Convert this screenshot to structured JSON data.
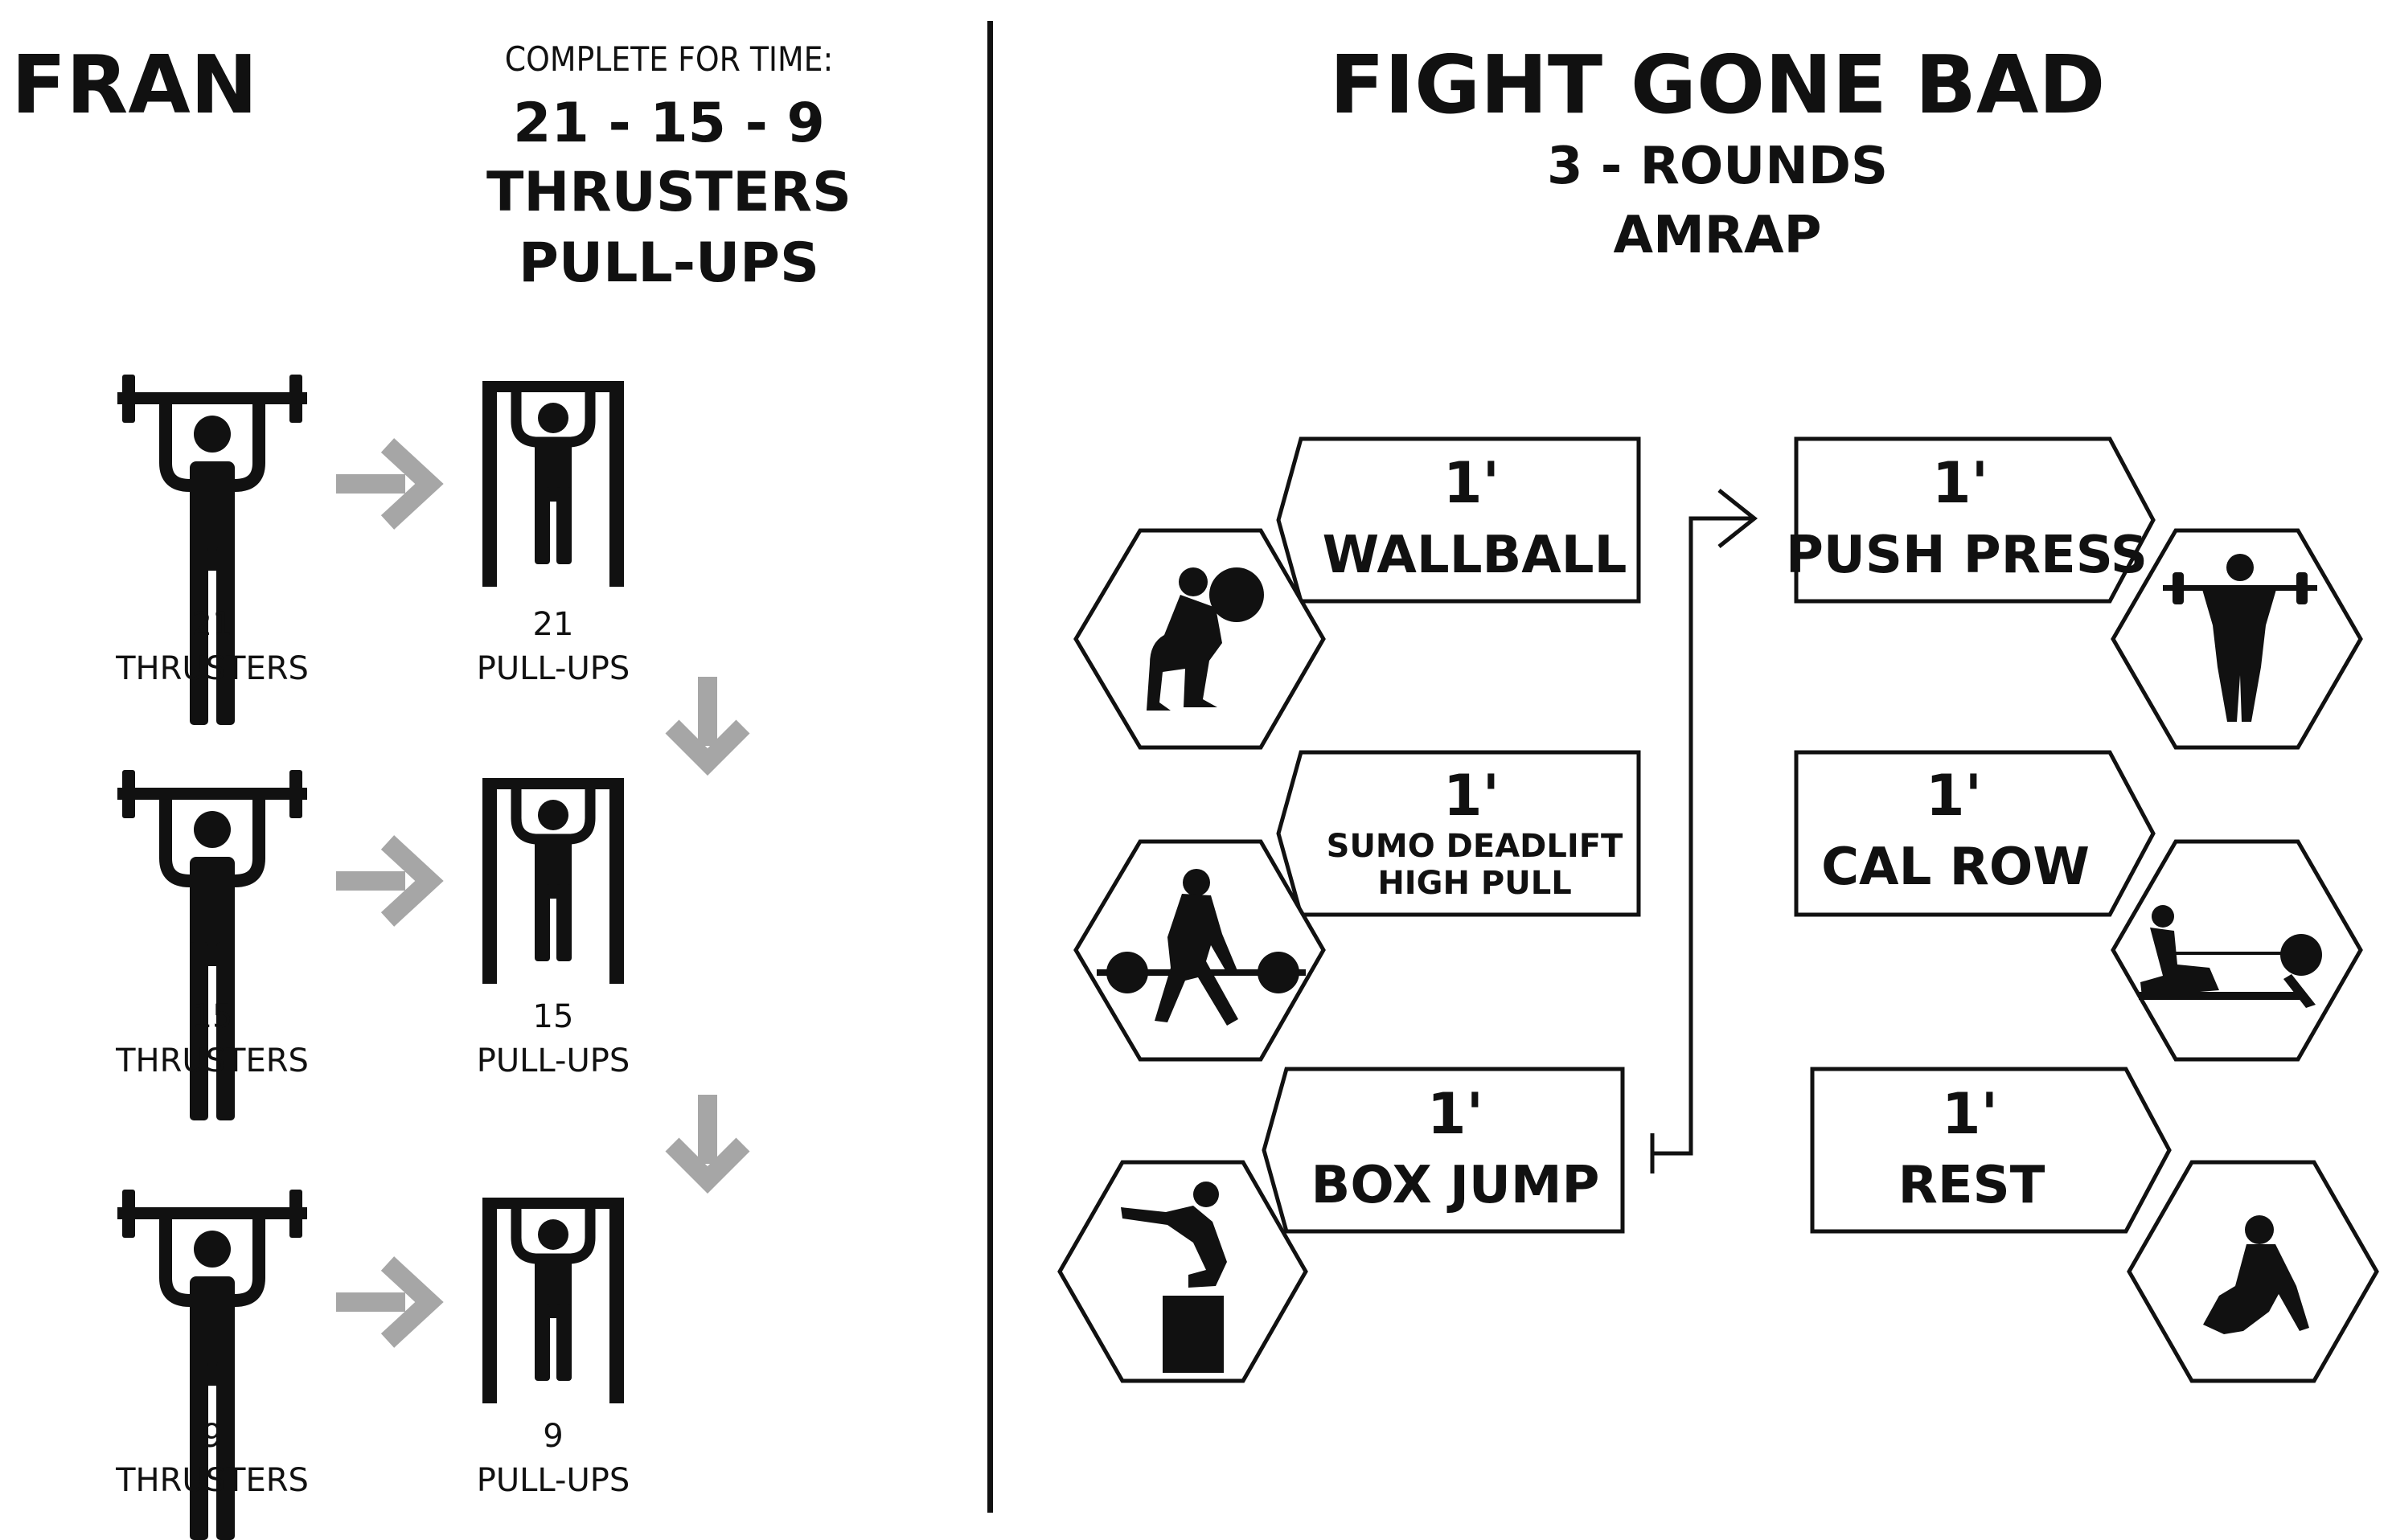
{
  "fran": {
    "title": "FRAN",
    "instruction": "COMPLETE FOR TIME:",
    "scheme": "21 - 15 - 9",
    "exercise_1": "THRUSTERS",
    "exercise_2": "PULL-UPS",
    "rounds": [
      {
        "thruster_reps": "21",
        "thruster_label": "THRUSTERS",
        "pullup_reps": "21",
        "pullup_label": "PULL-UPS"
      },
      {
        "thruster_reps": "15",
        "thruster_label": "THRUSTERS",
        "pullup_reps": "15",
        "pullup_label": "PULL-UPS"
      },
      {
        "thruster_reps": "9",
        "thruster_label": "THRUSTERS",
        "pullup_reps": "9",
        "pullup_label": "PULL-UPS"
      }
    ]
  },
  "fgb": {
    "title": "FIGHT GONE BAD",
    "rounds": "3 - ROUNDS",
    "format": "AMRAP",
    "stations": [
      {
        "time": "1'",
        "name": "WALLBALL",
        "icon": "wallball-icon"
      },
      {
        "time": "1'",
        "name_line_1": "SUMO DEADLIFT",
        "name_line_2": "HIGH PULL",
        "icon": "sumo-deadlift-icon"
      },
      {
        "time": "1'",
        "name": "BOX JUMP",
        "icon": "box-jump-icon"
      },
      {
        "time": "1'",
        "name": "PUSH PRESS",
        "icon": "push-press-icon"
      },
      {
        "time": "1'",
        "name": "CAL ROW",
        "icon": "rowing-icon"
      },
      {
        "time": "1'",
        "name": "REST",
        "icon": "rest-icon"
      }
    ]
  },
  "colors": {
    "ink": "#111111",
    "arrow_gray": "#a6a6a6",
    "background": "#ffffff"
  }
}
